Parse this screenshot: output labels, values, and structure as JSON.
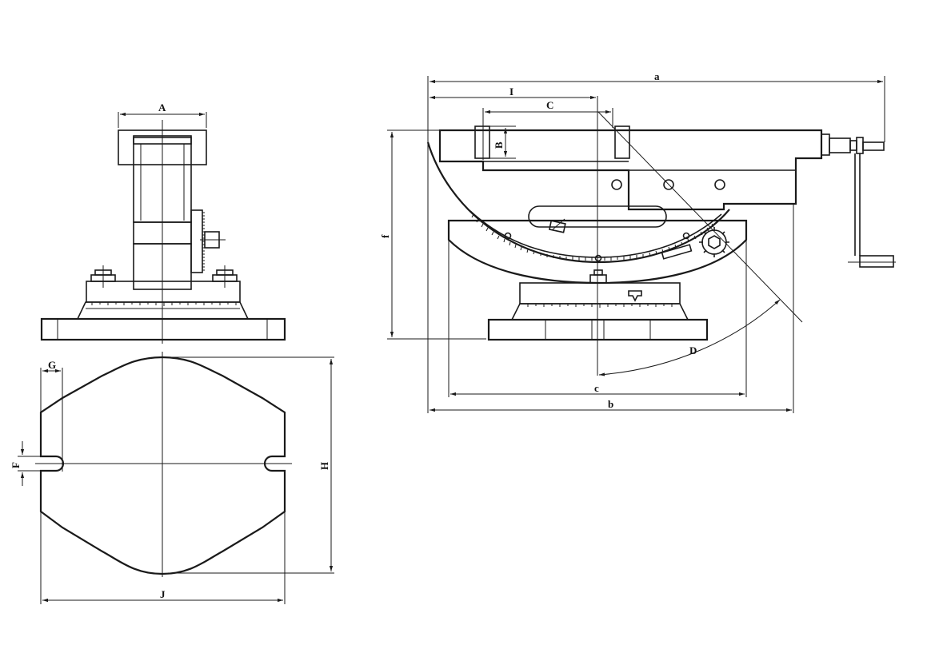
{
  "labels": {
    "A": "A",
    "B": "B",
    "C": "C",
    "D": "D",
    "F": "F",
    "G": "G",
    "H": "H",
    "I": "I",
    "J": "J",
    "a": "a",
    "b": "b",
    "c": "c",
    "f": "f"
  },
  "colors": {
    "line": "#1a1a1a",
    "background": "#ffffff"
  }
}
